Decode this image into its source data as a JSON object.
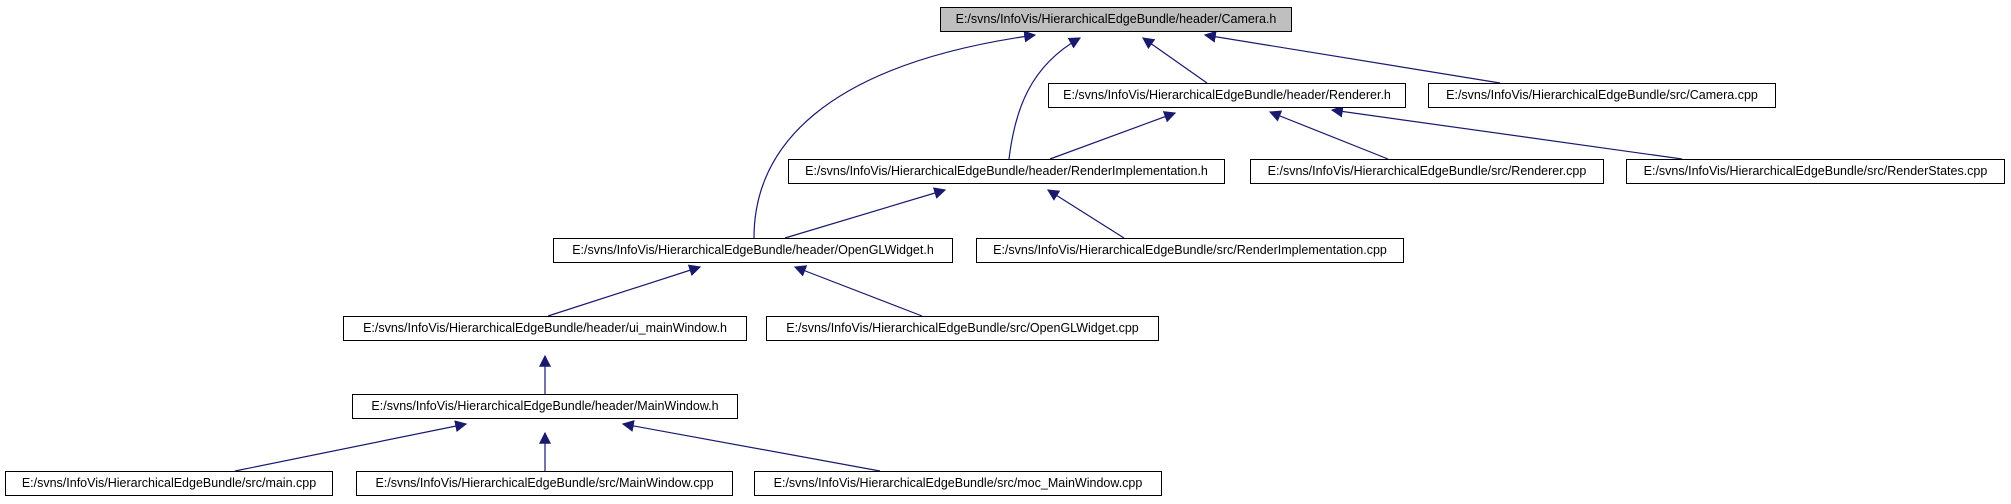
{
  "graph": {
    "edge_color": "#191970",
    "root_fill": "#bfbfbf",
    "nodes": {
      "camera_h": "E:/svns/InfoVis/HierarchicalEdgeBundle/header/Camera.h",
      "renderer_h": "E:/svns/InfoVis/HierarchicalEdgeBundle/header/Renderer.h",
      "camera_cpp": "E:/svns/InfoVis/HierarchicalEdgeBundle/src/Camera.cpp",
      "renderimpl_h": "E:/svns/InfoVis/HierarchicalEdgeBundle/header/RenderImplementation.h",
      "renderer_cpp": "E:/svns/InfoVis/HierarchicalEdgeBundle/src/Renderer.cpp",
      "renderstates_cpp": "E:/svns/InfoVis/HierarchicalEdgeBundle/src/RenderStates.cpp",
      "openglwidget_h": "E:/svns/InfoVis/HierarchicalEdgeBundle/header/OpenGLWidget.h",
      "renderimpl_cpp": "E:/svns/InfoVis/HierarchicalEdgeBundle/src/RenderImplementation.cpp",
      "ui_mainwindow_h": "E:/svns/InfoVis/HierarchicalEdgeBundle/header/ui_mainWindow.h",
      "openglwidget_cpp": "E:/svns/InfoVis/HierarchicalEdgeBundle/src/OpenGLWidget.cpp",
      "mainwindow_h": "E:/svns/InfoVis/HierarchicalEdgeBundle/header/MainWindow.h",
      "main_cpp": "E:/svns/InfoVis/HierarchicalEdgeBundle/src/main.cpp",
      "mainwindow_cpp": "E:/svns/InfoVis/HierarchicalEdgeBundle/src/MainWindow.cpp",
      "moc_mainwindow_cpp": "E:/svns/InfoVis/HierarchicalEdgeBundle/src/moc_MainWindow.cpp"
    },
    "edges": [
      {
        "from": "renderer_h",
        "to": "camera_h"
      },
      {
        "from": "camera_cpp",
        "to": "camera_h"
      },
      {
        "from": "renderimpl_h",
        "to": "camera_h"
      },
      {
        "from": "openglwidget_h",
        "to": "camera_h"
      },
      {
        "from": "renderimpl_h",
        "to": "renderer_h"
      },
      {
        "from": "renderer_cpp",
        "to": "renderer_h"
      },
      {
        "from": "renderstates_cpp",
        "to": "renderer_h"
      },
      {
        "from": "openglwidget_h",
        "to": "renderimpl_h"
      },
      {
        "from": "renderimpl_cpp",
        "to": "renderimpl_h"
      },
      {
        "from": "ui_mainwindow_h",
        "to": "openglwidget_h"
      },
      {
        "from": "openglwidget_cpp",
        "to": "openglwidget_h"
      },
      {
        "from": "mainwindow_h",
        "to": "ui_mainwindow_h"
      },
      {
        "from": "main_cpp",
        "to": "mainwindow_h"
      },
      {
        "from": "mainwindow_cpp",
        "to": "mainwindow_h"
      },
      {
        "from": "moc_mainwindow_cpp",
        "to": "mainwindow_h"
      }
    ]
  }
}
